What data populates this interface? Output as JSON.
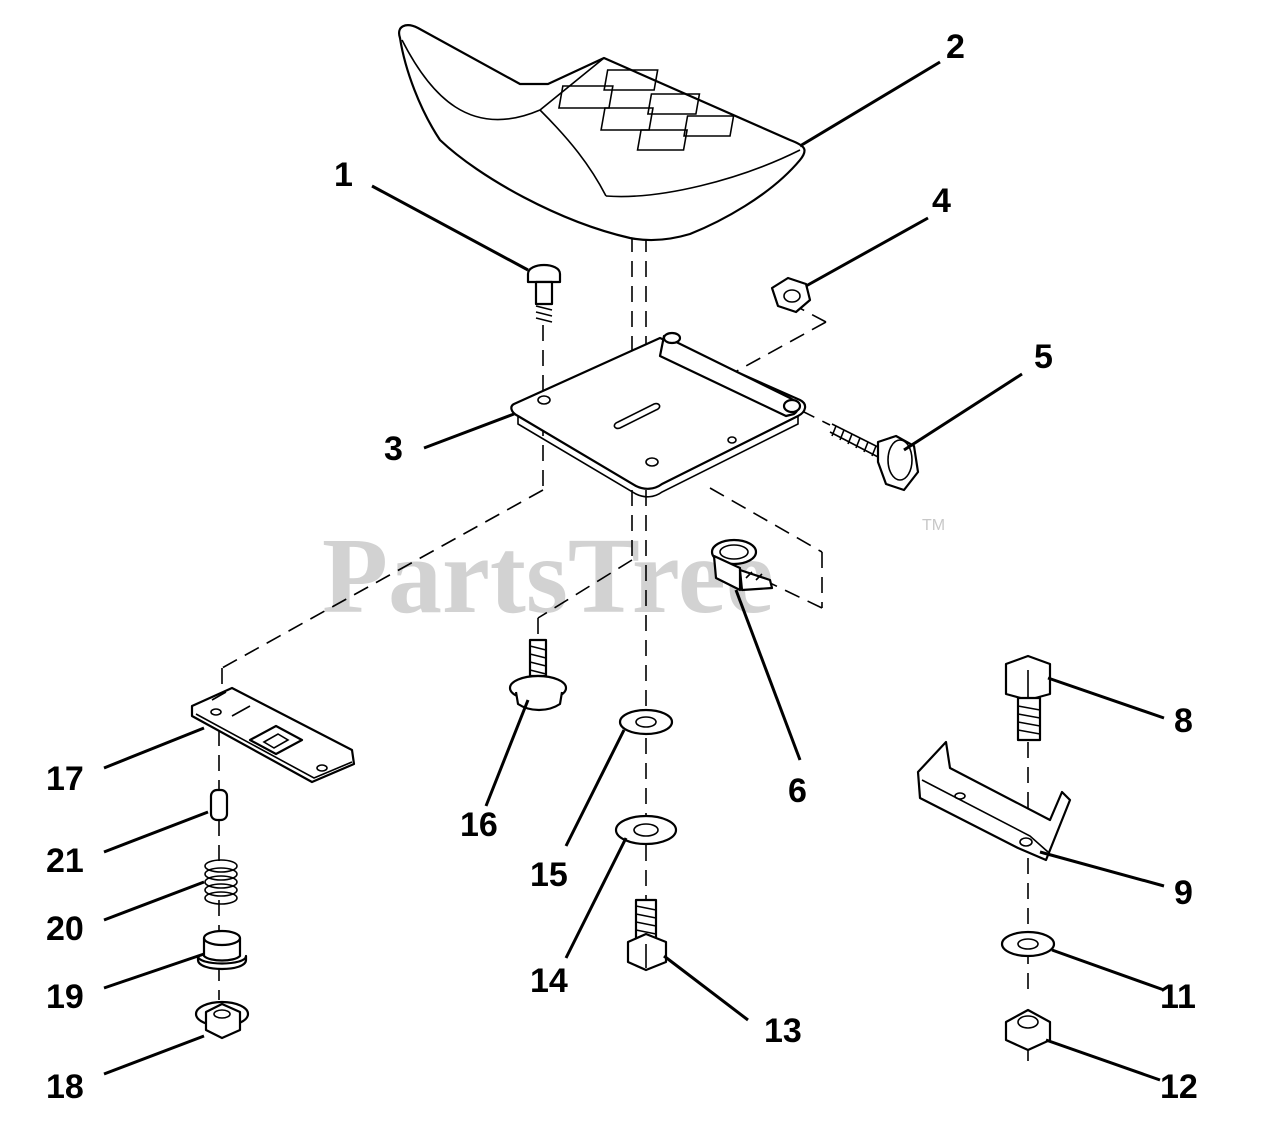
{
  "watermark": {
    "text": "PartsTree",
    "tm": "TM"
  },
  "callouts": [
    {
      "number": "1",
      "part": "carriage-bolt"
    },
    {
      "number": "2",
      "part": "seat"
    },
    {
      "number": "3",
      "part": "seat-pan-plate"
    },
    {
      "number": "4",
      "part": "nut"
    },
    {
      "number": "5",
      "part": "hex-bolt"
    },
    {
      "number": "6",
      "part": "switch-clip"
    },
    {
      "number": "8",
      "part": "hex-bolt"
    },
    {
      "number": "9",
      "part": "bracket"
    },
    {
      "number": "11",
      "part": "washer"
    },
    {
      "number": "12",
      "part": "lock-nut"
    },
    {
      "number": "13",
      "part": "hex-bolt"
    },
    {
      "number": "14",
      "part": "washer"
    },
    {
      "number": "15",
      "part": "washer"
    },
    {
      "number": "16",
      "part": "flange-bolt"
    },
    {
      "number": "17",
      "part": "slide-rail"
    },
    {
      "number": "18",
      "part": "flange-nut"
    },
    {
      "number": "19",
      "part": "bushing"
    },
    {
      "number": "20",
      "part": "spring"
    },
    {
      "number": "21",
      "part": "pin"
    }
  ]
}
